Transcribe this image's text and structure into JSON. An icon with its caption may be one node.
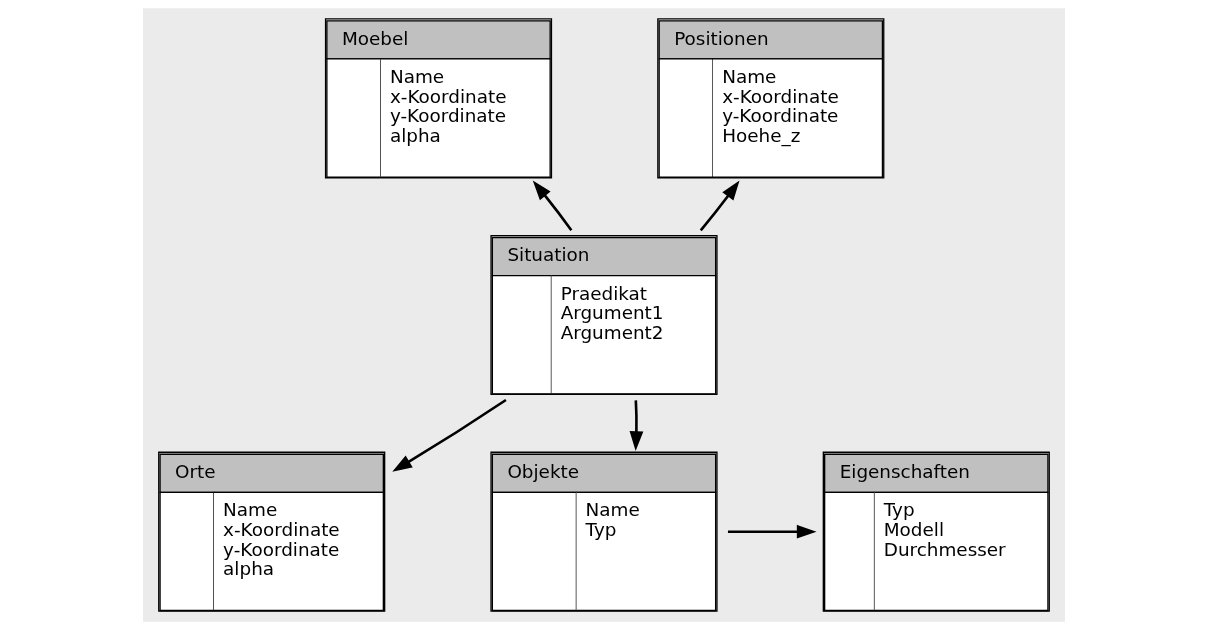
{
  "diagram": {
    "nodes": [
      {
        "text": [
          "Moebel",
          "Name",
          "x-Koordinate",
          "y-Koordinate",
          "alpha"
        ]
      },
      {
        "text": [
          "Positionen",
          "Name",
          "x-Koordinate",
          "y-Koordinate",
          "Hoehe_z"
        ]
      },
      {
        "text": [
          "Situation",
          "Praedikat",
          "Argument1",
          "Argument2"
        ]
      },
      {
        "text": [
          "Orte",
          "Name",
          "x-Koordinate",
          "y-Koordinate",
          "alpha"
        ]
      },
      {
        "text": [
          "Objekte",
          "Name",
          "Typ"
        ]
      },
      {
        "text": [
          "Eigenschaften",
          "Typ",
          "Modell",
          "Durchmesser"
        ]
      }
    ],
    "edges": [
      {
        "from": 2,
        "to": 0,
        "arrow": "to"
      },
      {
        "from": 2,
        "to": 1,
        "arrow": "to"
      },
      {
        "from": 2,
        "to": 3,
        "arrow": "to"
      },
      {
        "from": 2,
        "to": 4,
        "arrow": "to"
      },
      {
        "from": 4,
        "to": 5,
        "arrow": "to"
      }
    ]
  }
}
